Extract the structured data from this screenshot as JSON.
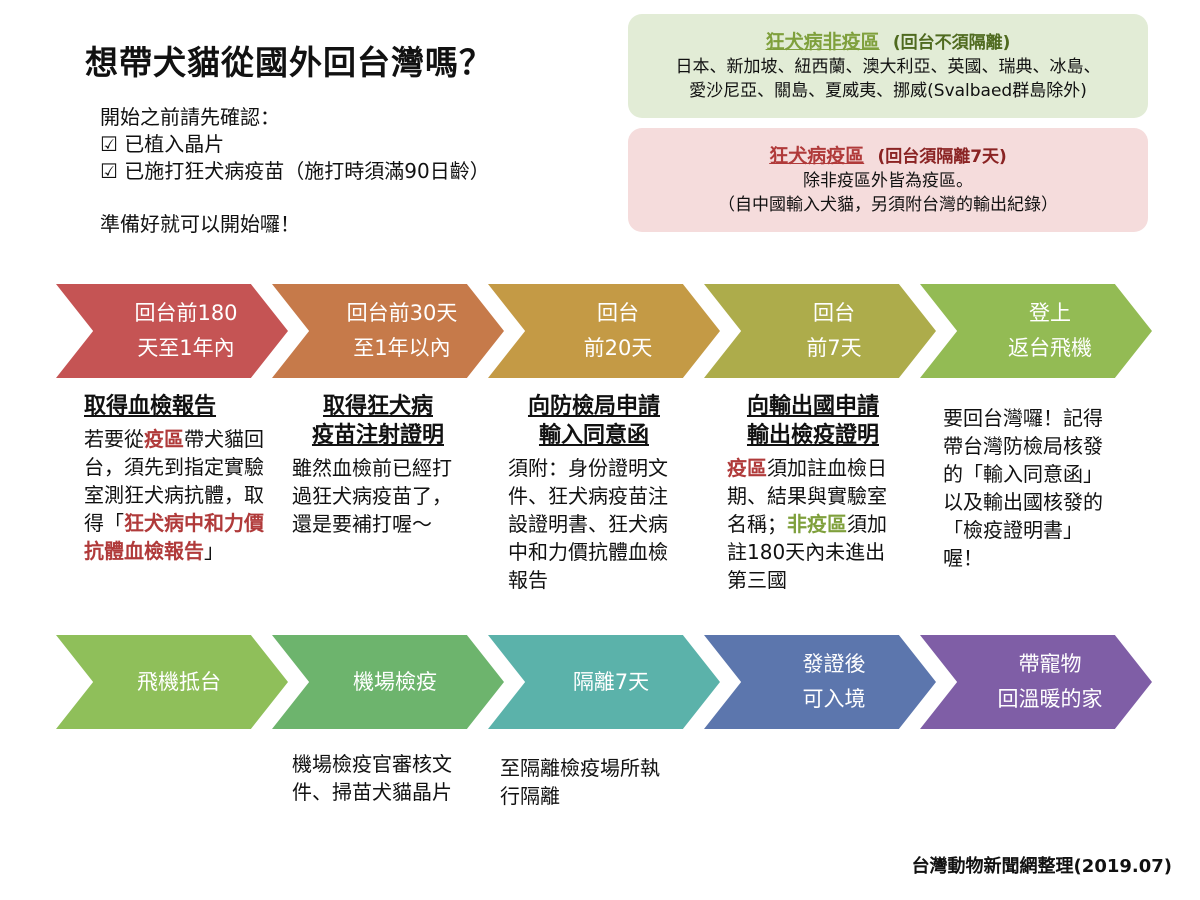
{
  "title": "想帶犬貓從國外回台灣嗎？",
  "prereq": {
    "intro": "開始之前請先確認：",
    "items": [
      "☑ 已植入晶片",
      "☑ 已施打狂犬病疫苗（施打時須滿90日齡）"
    ],
    "ready": "準備好就可以開始囉！"
  },
  "non_endemic": {
    "heading": "狂犬病非疫區",
    "tag": "(回台不須隔離)",
    "line1": "日本、新加坡、紐西蘭、澳大利亞、英國、瑞典、冰島、",
    "line2": "愛沙尼亞、關島、夏威夷、挪威(Svalbaed群島除外)"
  },
  "endemic": {
    "heading": "狂犬病疫區",
    "tag": "(回台須隔離7天)",
    "line1": "除非疫區外皆為疫區。",
    "line2": "（自中國輸入犬貓，另須附台灣的輸出紀錄）"
  },
  "steps_row1": [
    {
      "line1": "回台前180",
      "line2": "天至1年內",
      "color": "#c55454"
    },
    {
      "line1": "回台前30天",
      "line2": "至1年以內",
      "color": "#c67a4a"
    },
    {
      "line1": "回台",
      "line2": "前20天",
      "color": "#c49a45"
    },
    {
      "line1": "回台",
      "line2": "前7天",
      "color": "#adac4b"
    },
    {
      "line1": "登上",
      "line2": "返台飛機",
      "color": "#93bb54"
    }
  ],
  "steps_row2": [
    {
      "label": "飛機抵台",
      "color": "#8fbf5a"
    },
    {
      "label": "機場檢疫",
      "color": "#6db46d"
    },
    {
      "label": "隔離7天",
      "color": "#5bb2aa"
    },
    {
      "line1": "發證後",
      "line2": "可入境",
      "color": "#5c76ad"
    },
    {
      "line1": "帶寵物",
      "line2": "回溫暖的家",
      "color": "#7f5ea6"
    }
  ],
  "desc1": {
    "head": "取得血檢報告",
    "p1": "若要從",
    "p1_red": "疫區",
    "p2": "帶犬貓回台，須先到指定實驗室測狂犬病抗體，取得",
    "p3_open": "「",
    "p3_red": "狂犬病中和力價抗體血檢報告",
    "p3_close": "」"
  },
  "desc2": {
    "head_line1": "取得狂犬病",
    "head_line2": "疫苗注射證明",
    "body": "雖然血檢前已經打過狂犬病疫苗了，還是要補打喔～"
  },
  "desc3": {
    "head_line1": "向防檢局申請",
    "head_line2": "輸入同意函",
    "body": "須附：身份證明文件、狂犬病疫苗注設證明書、狂犬病中和力價抗體血檢報告"
  },
  "desc4": {
    "head_line1": "向輸出國申請",
    "head_line2": "輸出檢疫證明",
    "red1": "疫區",
    "text1": "須加註血檢日期、結果與實驗室名稱；",
    "green1": "非疫區",
    "text2": "須加註180天內未進出第三國"
  },
  "desc5": {
    "body": "要回台灣囉！記得帶台灣防檢局核發的「輸入同意函」以及輸出國核發的「檢疫證明書」喔！"
  },
  "desc6": {
    "body": "機場檢疫官審核文件、掃苗犬貓晶片"
  },
  "desc7": {
    "body": "至隔離檢疫場所執行隔離"
  },
  "footer": "台灣動物新聞網整理(2019.07)"
}
